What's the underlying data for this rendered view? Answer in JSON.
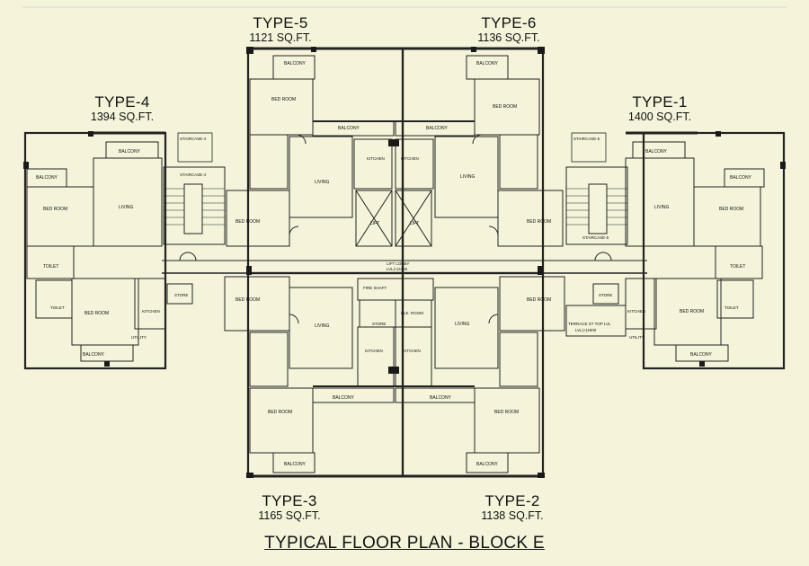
{
  "title": "TYPICAL FLOOR PLAN - BLOCK E",
  "units": [
    {
      "name": "TYPE-5",
      "area": "1121 SQ.FT."
    },
    {
      "name": "TYPE-6",
      "area": "1136 SQ.FT."
    },
    {
      "name": "TYPE-4",
      "area": "1394 SQ.FT."
    },
    {
      "name": "TYPE-1",
      "area": "1400 SQ.FT."
    },
    {
      "name": "TYPE-3",
      "area": "1165 SQ.FT."
    },
    {
      "name": "TYPE-2",
      "area": "1138 SQ.FT."
    }
  ],
  "rooms": {
    "balcony": "BALCONY",
    "bed_room": "BED ROOM",
    "living": "LIVING",
    "kitchen": "KITCHEN",
    "toilet": "TOILET",
    "store": "STORE",
    "utility": "UTILITY",
    "lift": "LIFT",
    "lift_lobby": "LIFT LOBBY",
    "lift_lobby_level": "LVL(+)4350",
    "fire_shaft": "FIRE SHAFT",
    "ele_room": "ELE. ROOM",
    "staircase_4": "STAIRCASE-4",
    "staircase_5": "STAIRCASE-5",
    "terrace": "TERRACE ST TOP LVL",
    "terrace_level": "LVL(+)4000"
  },
  "colors": {
    "background": "#f5f4da",
    "wall": "#1a1a1a",
    "line": "#222222"
  }
}
